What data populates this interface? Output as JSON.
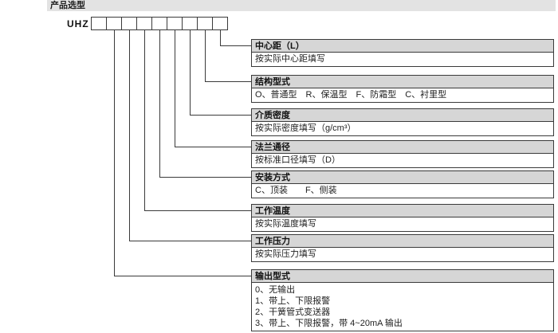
{
  "title_bar": {
    "label": "产品选型"
  },
  "model": {
    "prefix": "UHZ",
    "box_count": 9
  },
  "fields": [
    {
      "label": "中心距（L）",
      "desc": "按实际中心距填写"
    },
    {
      "label": "结构型式",
      "desc": "O、普通型　R、保温型　F、防霜型　C、衬里型"
    },
    {
      "label": "介质密度",
      "desc": "按实际密度填写（g/cm³）"
    },
    {
      "label": "法兰通径",
      "desc": "按标准口径填写（D）"
    },
    {
      "label": "安装方式",
      "desc": "C、顶装　　F、侧装"
    },
    {
      "label": "工作温度",
      "desc": "按实际温度填写"
    },
    {
      "label": "工作压力",
      "desc": "按实际压力填写"
    },
    {
      "label": "输出型式",
      "desc_lines": [
        "0、无输出",
        "1、带上、下限报警",
        "2、干簧管式变送器",
        "3、带上、下限报警，带 4~20mA 输出"
      ]
    }
  ]
}
